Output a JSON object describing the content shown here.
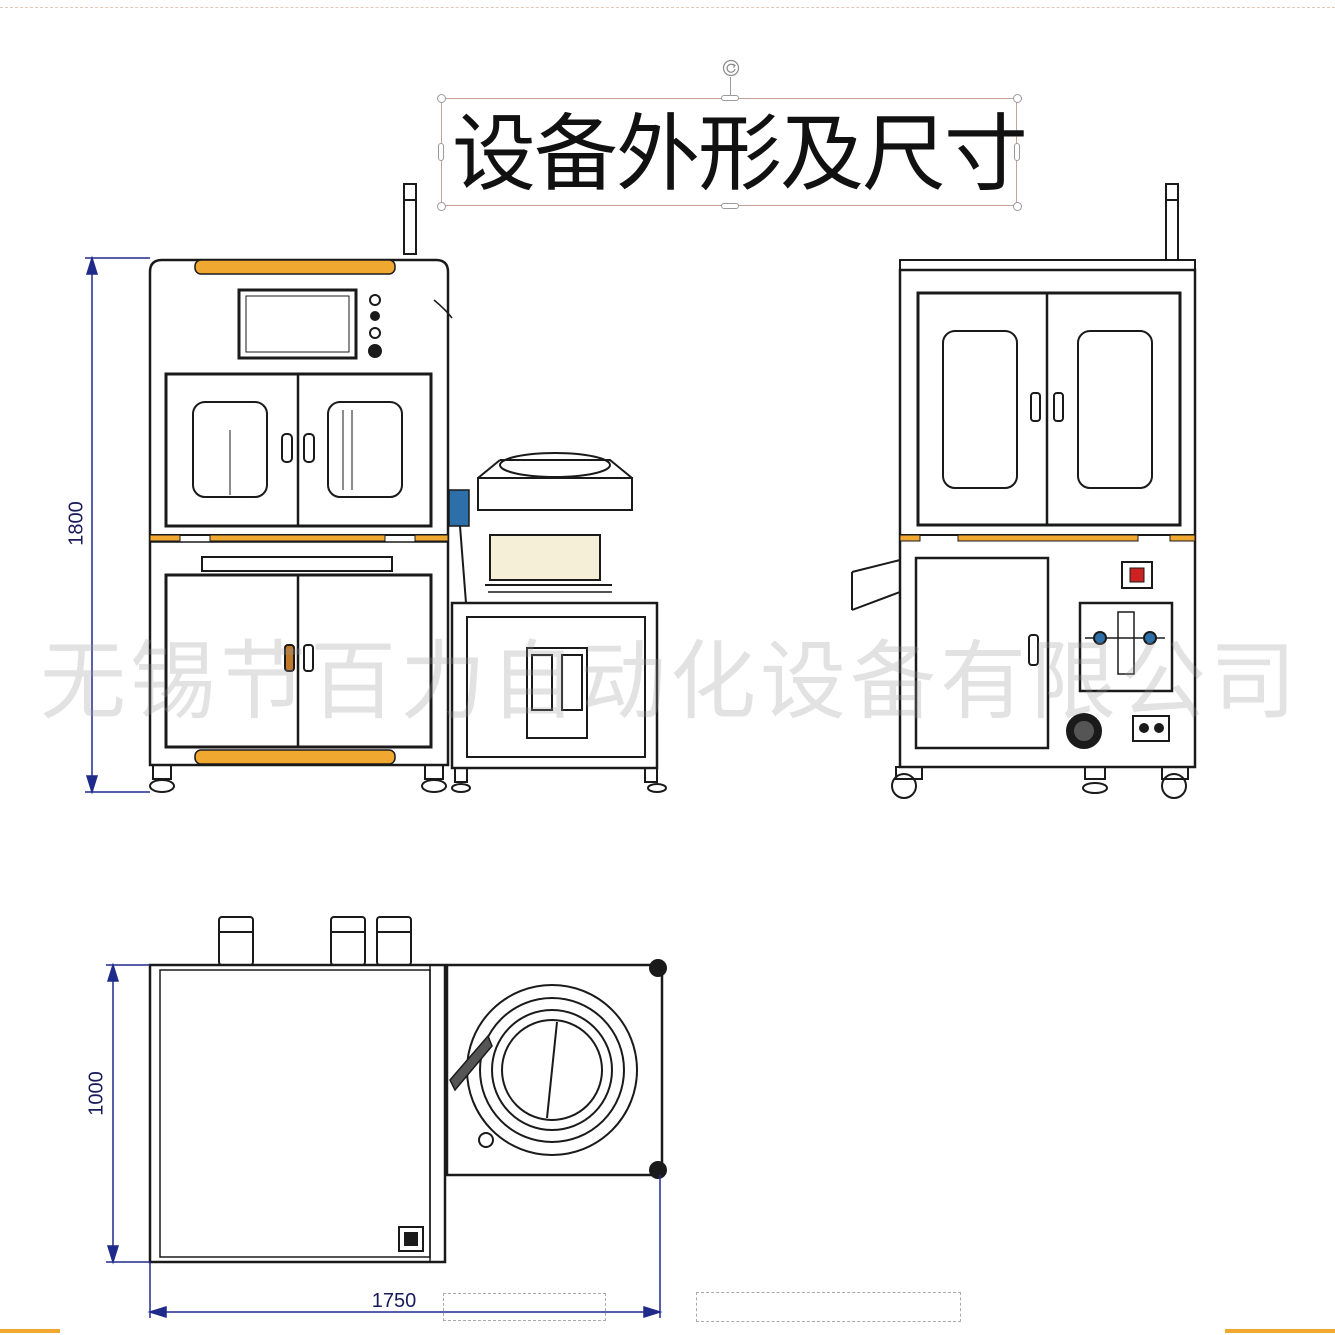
{
  "title": "设备外形及尺寸",
  "watermark": "无锡节百力自动化设备有限公司",
  "dimensions": {
    "height_label": "1800",
    "depth_label": "1000",
    "width_label": "1750"
  },
  "colors": {
    "accent_orange": "#f0a830",
    "dimension_blue": "#1f2a8a",
    "line": "#1a1a1a"
  }
}
